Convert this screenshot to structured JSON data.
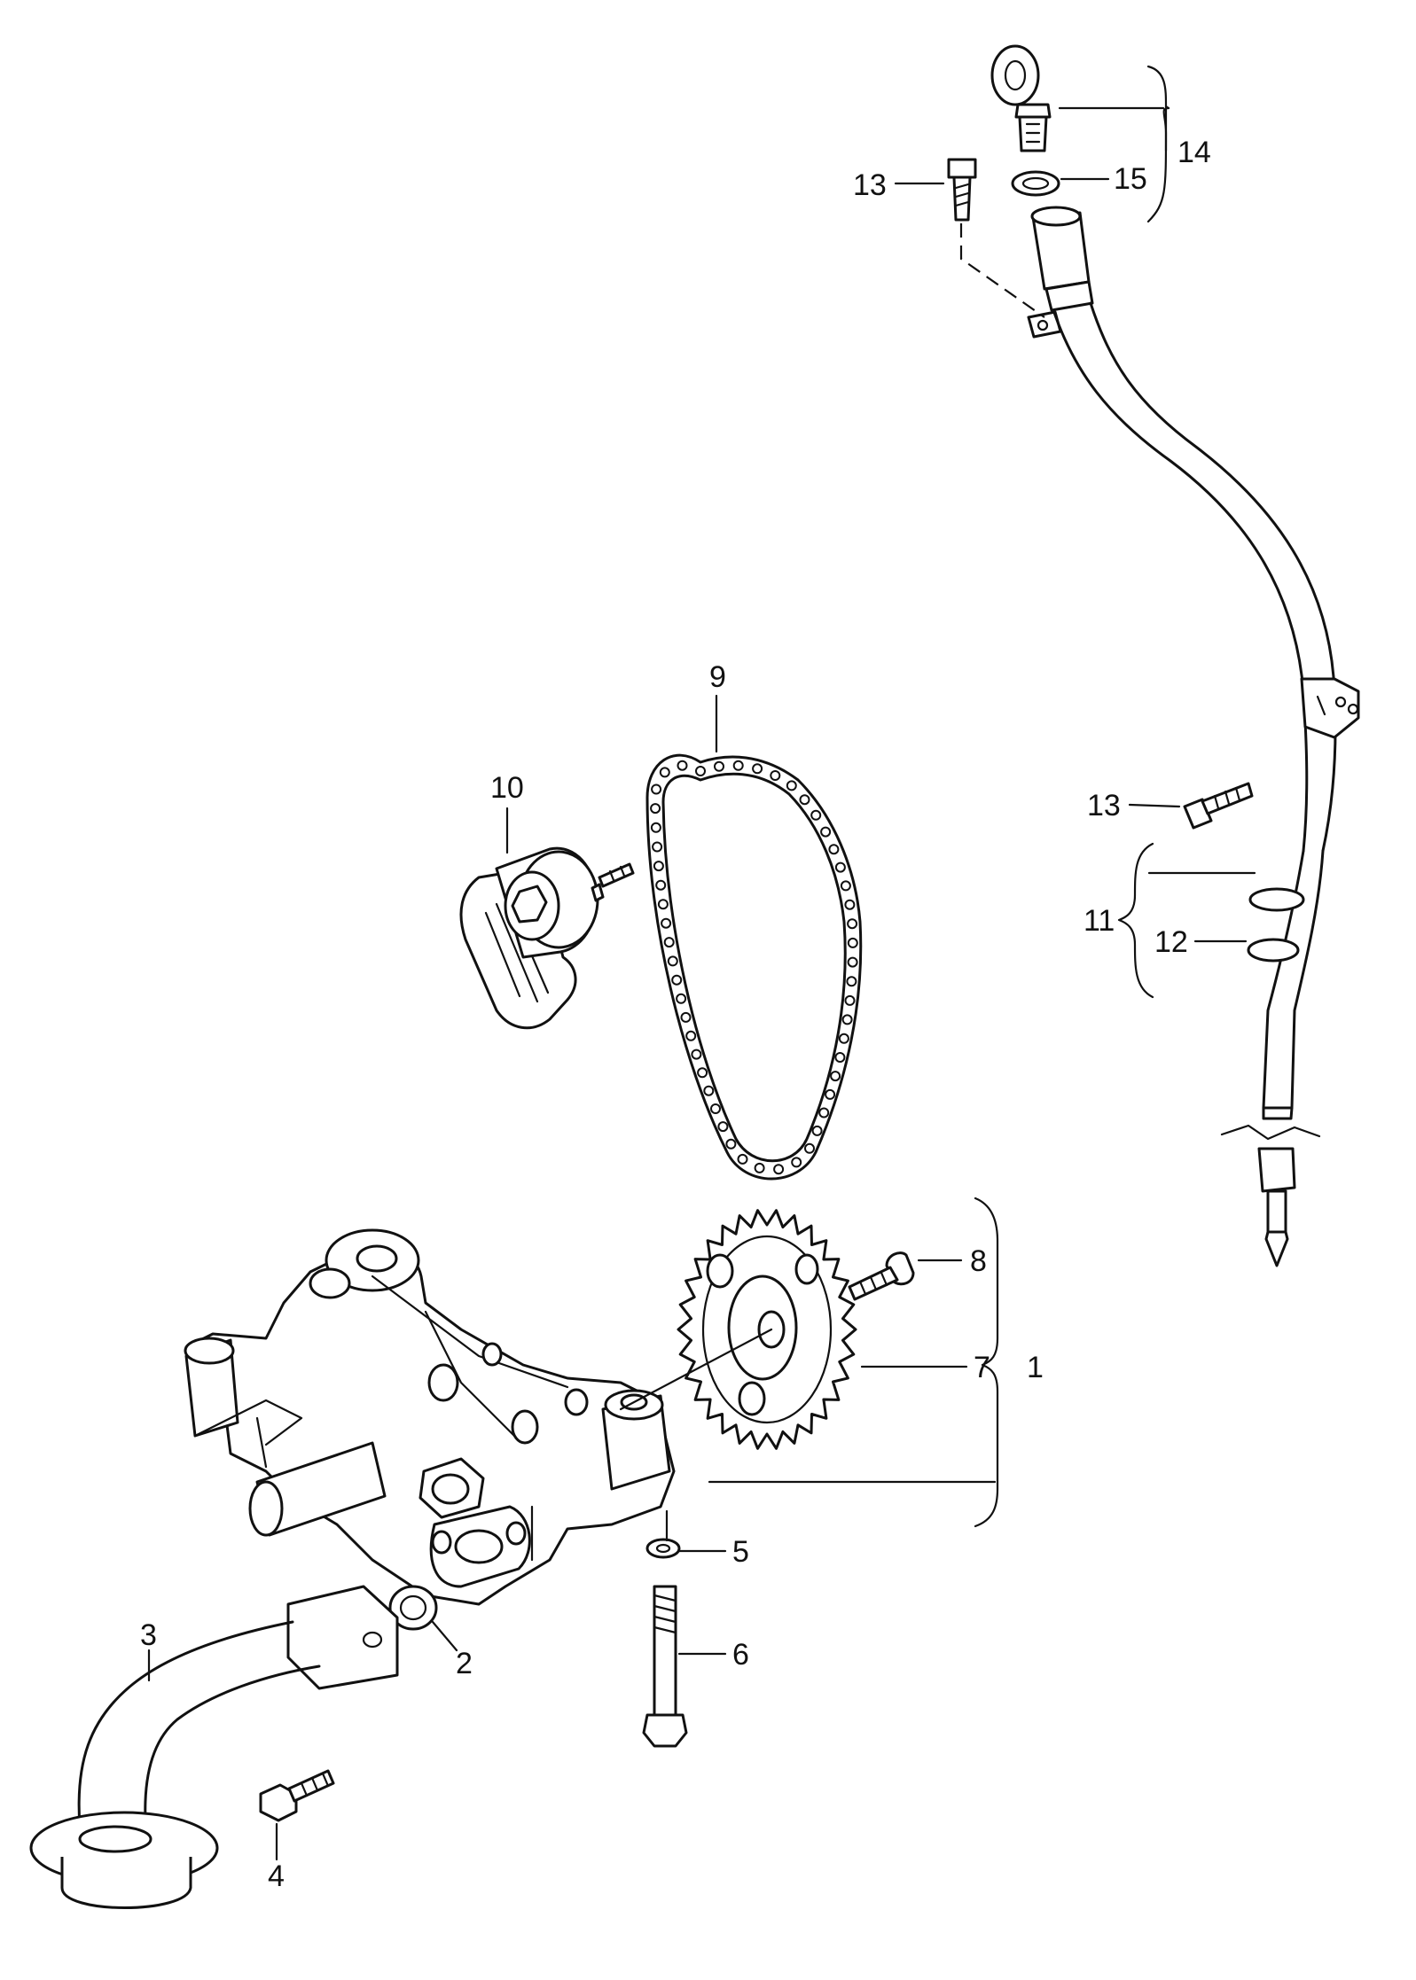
{
  "labels": {
    "l1": "1",
    "l2": "2",
    "l3": "3",
    "l4": "4",
    "l5": "5",
    "l6": "6",
    "l7": "7",
    "l8": "8",
    "l9": "9",
    "l10": "10",
    "l11": "11",
    "l12": "12",
    "l13a": "13",
    "l13b": "13",
    "l14": "14",
    "l15": "15"
  },
  "icons": [
    "dipstick-icon",
    "guide-tube-icon",
    "chain-icon",
    "tensioner-icon",
    "sprocket-icon",
    "oil-pump-icon",
    "pickup-pipe-icon",
    "bolt-icon",
    "seal-ring-icon"
  ]
}
